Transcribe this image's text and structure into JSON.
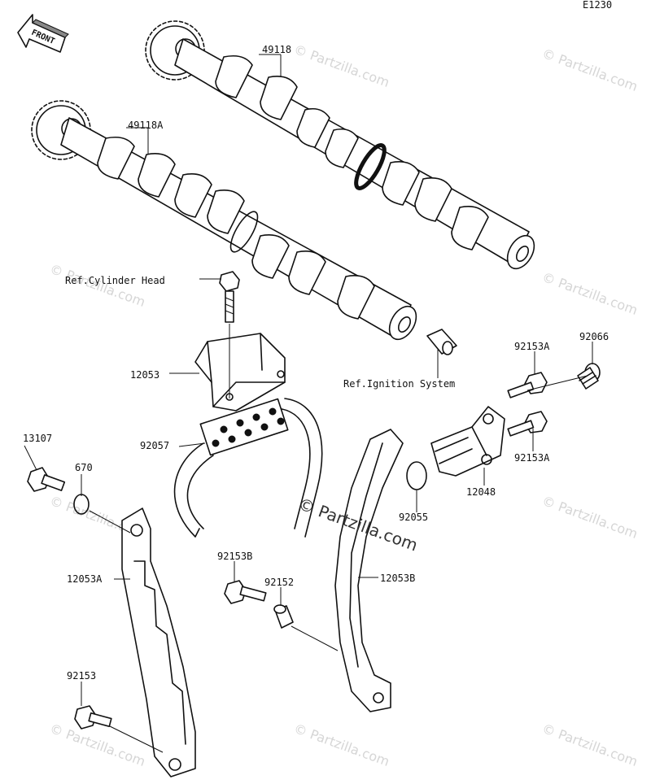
{
  "diagram_code": "E1230",
  "front_label": "FRONT",
  "watermark": "© Partzilla.com",
  "labels": {
    "p49118": "49118",
    "p49118A": "49118A",
    "ref_cyl_head": "Ref.Cylinder Head",
    "p12053": "12053",
    "ref_ignition": "Ref.Ignition System",
    "p92153A_top": "92153A",
    "p92066": "92066",
    "p13107": "13107",
    "p670": "670",
    "p92057": "92057",
    "p92153A_bot": "92153A",
    "p12048": "12048",
    "p92055": "92055",
    "p12053A": "12053A",
    "p92153B": "92153B",
    "p92152": "92152",
    "p12053B": "12053B",
    "p92153": "92153"
  }
}
